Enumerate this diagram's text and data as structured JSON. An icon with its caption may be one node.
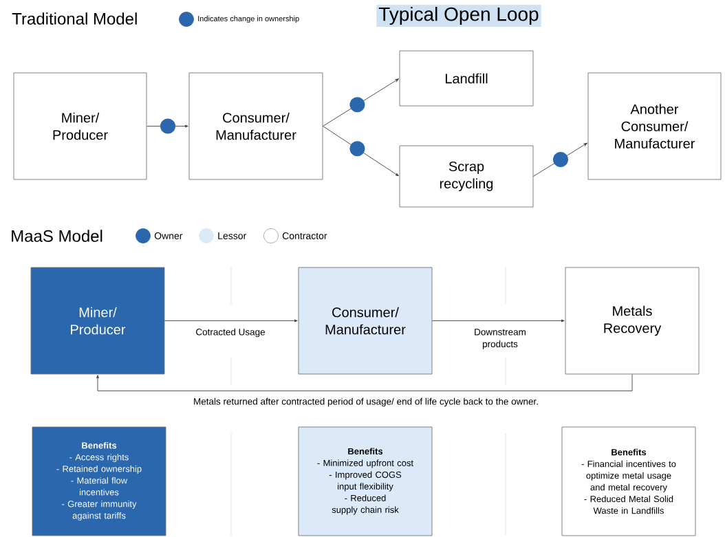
{
  "diagram": {
    "nodes": [
      {
        "text": [
          "Miner/ Producer"
        ]
      },
      {
        "text": [
          "Consumer/ Manufacturer"
        ]
      },
      {
        "text": [
          "Landfill"
        ]
      },
      {
        "text": [
          "Scrap recycling"
        ]
      },
      {
        "text": [
          "Another Consumer/ Manufacturer"
        ]
      },
      {
        "text": [
          "Miner/ Producer"
        ]
      },
      {
        "text": [
          "Consumer/ Manufacturer"
        ]
      },
      {
        "text": [
          "Metals Recovery"
        ]
      },
      {
        "text": [
          "Benefits",
          "- Access rights",
          "- Retained ownership",
          "- Material flow incentives",
          "- Greater immunity against tariffs"
        ]
      },
      {
        "text": [
          "Benefits",
          "- Minimized upfront cost",
          "- Improved COGS input flexibility",
          "- Reduced supply chain risk"
        ]
      },
      {
        "text": [
          "Benefits",
          "- Financial incentives to optimize metal usage and metal recovery",
          "- Reduced Metal Solid Waste in Landfills"
        ]
      }
    ],
    "edges": [
      {
        "from": 0,
        "to": 1,
        "arrow": "to"
      },
      {
        "from": 1,
        "to": 2,
        "arrow": "to"
      },
      {
        "from": 1,
        "to": 3,
        "arrow": "to"
      },
      {
        "from": 3,
        "to": 4,
        "arrow": "to"
      },
      {
        "from": 5,
        "to": 6,
        "arrow": "to",
        "label": "Cotracted Usage"
      },
      {
        "from": 6,
        "to": 7,
        "arrow": "to",
        "label": "Downstream products"
      },
      {
        "from": 7,
        "to": 5,
        "arrow": "to",
        "label": "Metals returned after contracted period of usage/ end of life cycle back to the owner."
      }
    ],
    "labels": [
      "Traditional Model",
      "Typical Open Loop",
      "MaaS Model"
    ],
    "legend": [
      {
        "text": "Indicates change in ownership",
        "color": "#2a67ad"
      },
      {
        "text": "Owner",
        "color": "#2a67ad"
      },
      {
        "text": "Lessor",
        "color": "#dbe9f8"
      },
      {
        "text": "Contractor"
      }
    ]
  }
}
